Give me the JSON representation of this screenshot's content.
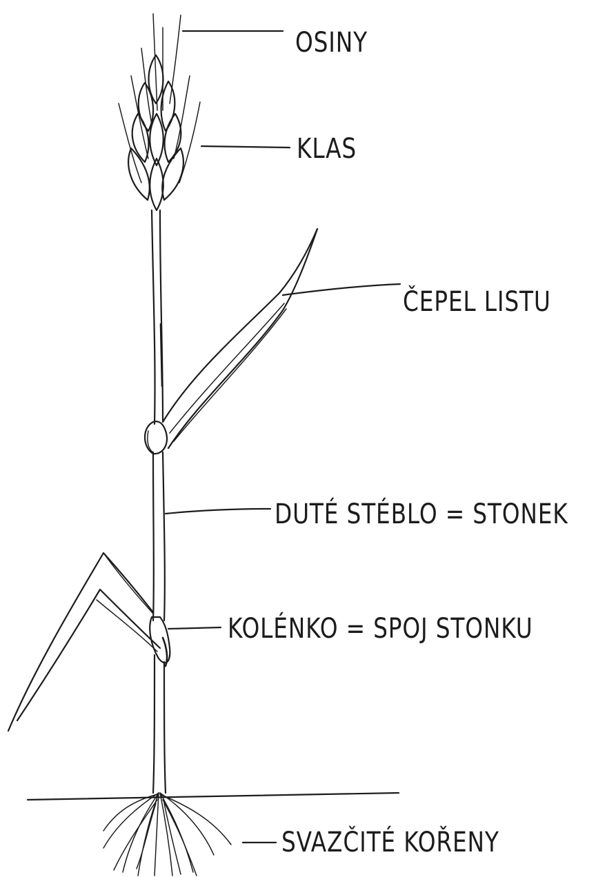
{
  "labels": {
    "osiny": "OSINY",
    "klas": "KLAS",
    "cepel_listu": "ČEPEL LISTU",
    "dute_steblo": "DUTÉ STÉBLO = STONEK",
    "kolenko": "KOLÉNKO = SPOJ STONKU",
    "koreny": "SVAZČITÉ KOŘENY"
  },
  "colors": {
    "ink": "#1c1c1c",
    "paper": "#ffffff"
  }
}
